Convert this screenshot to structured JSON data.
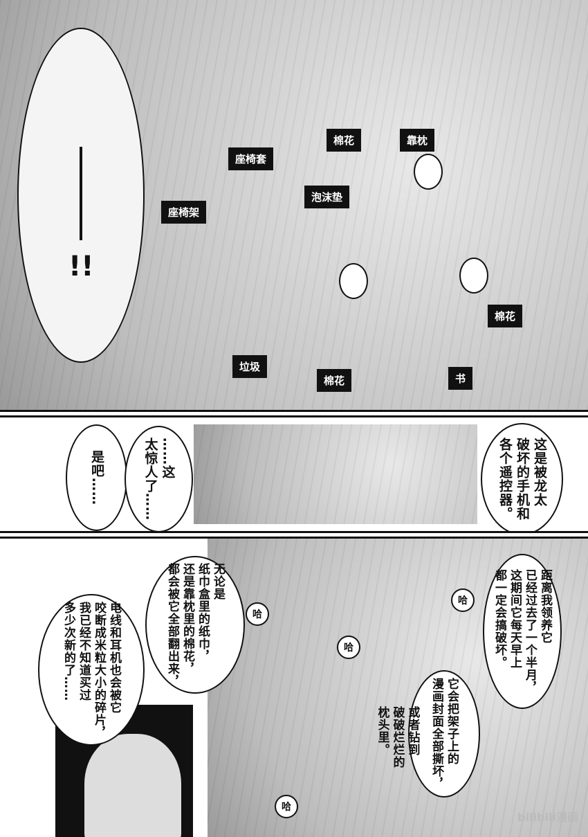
{
  "top_panel": {
    "exclamation": "!!",
    "labels": [
      "座椅套",
      "棉花",
      "靠枕",
      "座椅架",
      "泡沫垫",
      "棉花",
      "垃圾",
      "棉花",
      "书"
    ]
  },
  "middle_panel": {
    "bubble_left": "是吧……",
    "bubble_center": "……这\n太惊人了……",
    "bubble_right": "这是被龙太\n破坏的手机和\n各个遥控器。"
  },
  "bottom_panel": {
    "bubble_tissue": "无论是\n纸巾盒里的纸巾，\n还是靠枕里的棉花，\n都会被它全部翻出来，",
    "bubble_wires": "电线和耳机也会被它\n咬断成米粒大小的碎片，\n我已经不知道买过\n多少次新的了……",
    "bubble_adopt": "距离我领养它\n已经过去了一个半月，\n这期间它每天早上\n都一定会搞破坏。",
    "bubble_manga": "它会把架子上的\n漫画封面全部撕坏，",
    "bubble_pillow": "或者钻到\n破破烂烂的\n枕头里。",
    "pants": [
      "哈",
      "哈",
      "哈",
      "哈"
    ]
  },
  "watermark": "bilibili漫画"
}
